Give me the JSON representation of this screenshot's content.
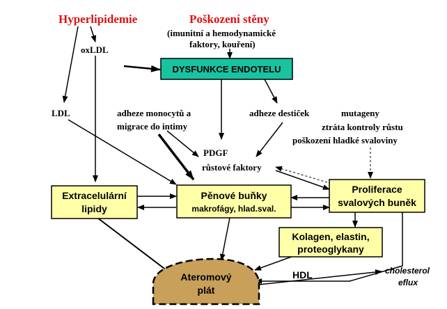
{
  "colors": {
    "title_red": "#e01010",
    "endotel_box": "#19c3a0",
    "yellow_box": "#ffffa8",
    "plaque": "#c9a05a"
  },
  "labels": {
    "hyperlipidemie": "Hyperlipidemie",
    "poskozeni_steny": "Poškození stěny",
    "poskozeni_sub1": "(imunitní a hemodynamické",
    "poskozeni_sub2": "faktory, kouření)",
    "oxldl": "oxLDL",
    "ldl": "LDL",
    "adheze_mono1": "adheze monocytů a",
    "adheze_mono2": "migrace do intimy",
    "adheze_desticek": "adheze destiček",
    "mutageny": "mutageny",
    "ztrata1": "ztráta kontroly růstu",
    "ztrata2": "poškození hladké svaloviny",
    "pdgf": "PDGF",
    "rustove": "růstové faktory",
    "hdl": "HDL",
    "chol1": "cholesterol",
    "chol2": "eflux"
  },
  "boxes": {
    "dysfunkce": "DYSFUNKCE ENDOTELU",
    "extracel1": "Extracelulární",
    "extracel2": "lipidy",
    "penove1": "Pěnové buňky",
    "penove2": "makrofágy, hlad.sval.",
    "prolif1": "Proliferace",
    "prolif2": "svalových buněk",
    "kolagen1": "Kolagen, elastin,",
    "kolagen2": "proteoglykany",
    "ateromovy1": "Ateromový",
    "ateromovy2": "plát"
  }
}
